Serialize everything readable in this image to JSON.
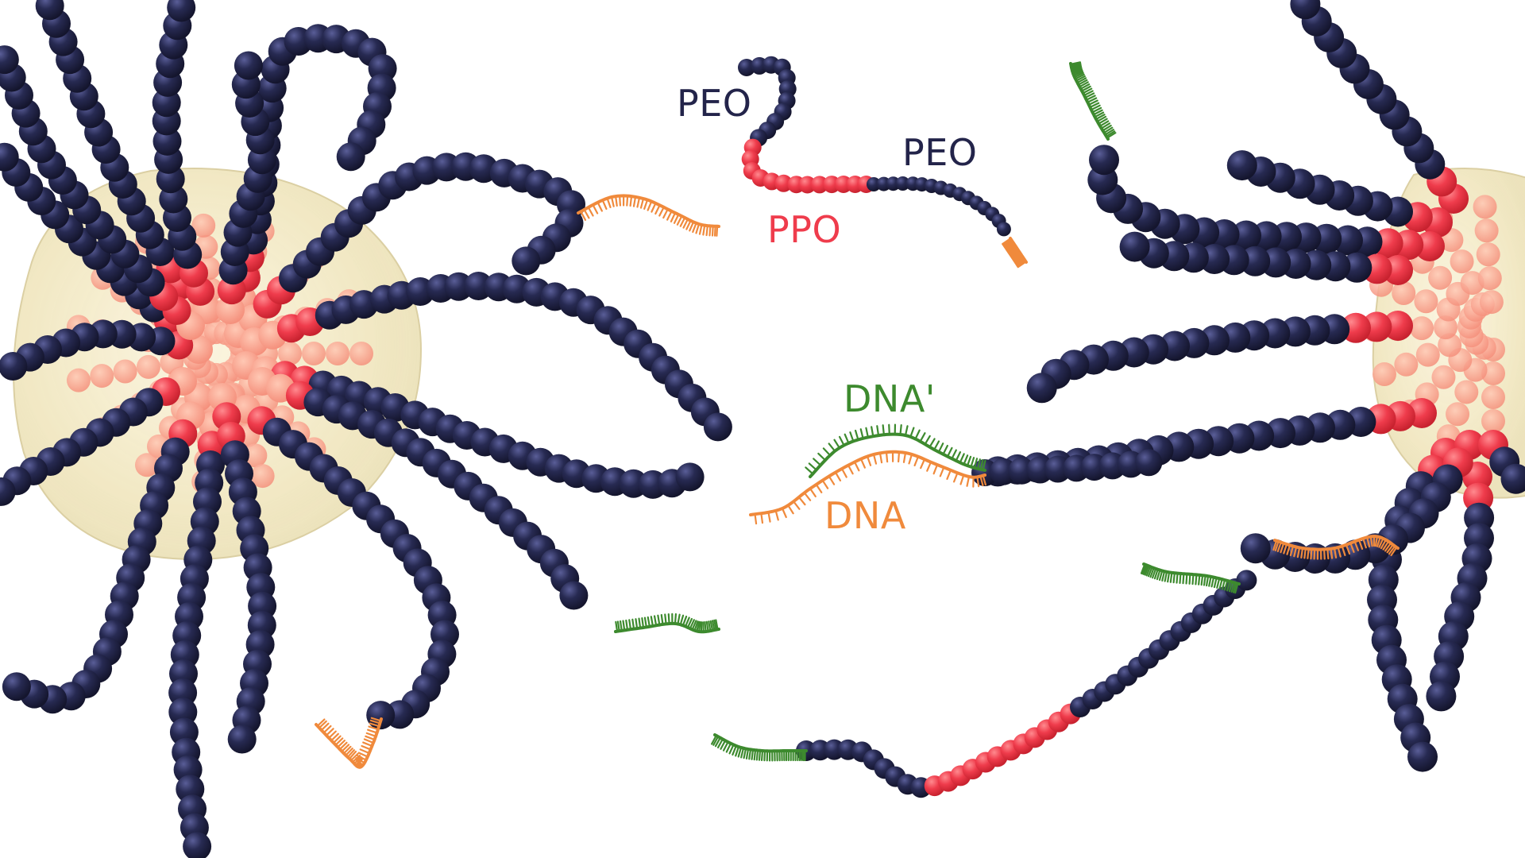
{
  "labels": {
    "peo_top": "PEO",
    "peo_right": "PEO",
    "ppo": "PPO",
    "dna_prime": "DNA'",
    "dna": "DNA"
  },
  "colors": {
    "background": "#ffffff",
    "peo": "#23244a",
    "peo_highlight": "#4a4d82",
    "ppo": "#ef3c4c",
    "ppo_light": "#f7a08e",
    "micelle_core": "#efe5bd",
    "dna_strand": "#f08a3c",
    "dna_prime_strand": "#3d8a2e"
  }
}
